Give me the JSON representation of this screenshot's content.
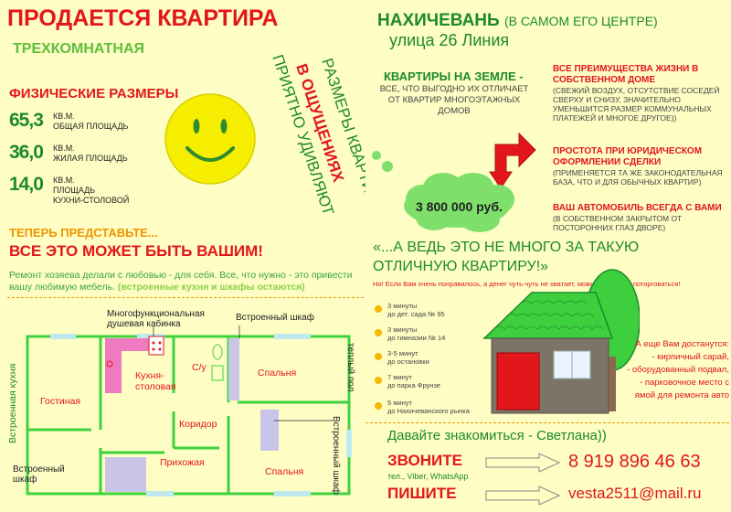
{
  "header": {
    "title": "ПРОДАЕТСЯ КВАРТИРА",
    "subtitle": "ТРЕХКОМНАТНАЯ",
    "physical_title": "ФИЗИЧЕСКИЕ РАЗМЕРЫ"
  },
  "sizes": [
    {
      "value": "65,3",
      "unit1": "КВ.М.",
      "unit2": "ОБЩАЯ ПЛОЩАДЬ",
      "unit3": ""
    },
    {
      "value": "36,0",
      "unit1": "КВ.М.",
      "unit2": "ЖИЛАЯ ПЛОЩАДЬ",
      "unit3": ""
    },
    {
      "value": "14,0",
      "unit1": "КВ.М.",
      "unit2": "ПЛОЩАДЬ",
      "unit3": "КУХНИ-СТОЛОВОЙ"
    }
  ],
  "rotated": {
    "line1": "РАЗМЕРЫ КВАРТИРЫ",
    "line2": "В ОЩУЩЕНИЯХ",
    "line3": "ПРИЯТНО УДИВЛЯЮТ"
  },
  "imagine": {
    "line1": "ТЕПЕРЬ ПРЕДСТАВЬТЕ...",
    "line2": "ВСЕ ЭТО МОЖЕТ БЫТЬ ",
    "line2_bold": "ВАШИМ!",
    "reno": "Ремонт хозяева делали с любовью - для себя. Все, что нужно - это привести вашу любимую мебель. ",
    "reno_hl": "(встроенные кухня и шкафы остаются)"
  },
  "location": {
    "district": "НАХИЧЕВАНЬ",
    "district_note": "(В САМОМ ЕГО ЦЕНТРЕ)",
    "street": "улица 26 Линия"
  },
  "ground": {
    "title": "КВАРТИРЫ НА ЗЕМЛЕ -",
    "desc": "ВСЕ, ЧТО ВЫГОДНО ИХ ОТЛИЧАЕТ ОТ КВАРТИР МНОГОЭТАЖНЫХ ДОМОВ"
  },
  "benefits": [
    {
      "heading": "ВСЕ ПРЕИМУЩЕСТВА ЖИЗНИ В СОБСТВЕННОМ ДОМЕ",
      "desc": "(СВЕЖИЙ ВОЗДУХ, ОТСУТСТВИЕ СОСЕДЕЙ СВЕРХУ И СНИЗУ, ЗНАЧИТЕЛЬНО УМЕНЬШИТСЯ РАЗМЕР КОММУНАЛЬНЫХ ПЛАТЕЖЕЙ И МНОГОЕ ДРУГОЕ))"
    },
    {
      "heading": "ПРОСТОТА ПРИ ЮРИДИЧЕСКОМ ОФОРМЛЕНИИ СДЕЛКИ",
      "desc": "(ПРИМЕНЯЕТСЯ ТА ЖЕ ЗАКОНОДАТЕЛЬНАЯ БАЗА, ЧТО И ДЛЯ ОБЫЧНЫХ КВАРТИР)"
    },
    {
      "heading": "ВАШ АВТОМОБИЛЬ ВСЕГДА С ВАМИ",
      "desc": "(В СОБСТВЕННОМ ЗАКРЫТОМ ОТ ПОСТОРОННИХ ГЛАЗ ДВОРЕ)"
    }
  ],
  "price": "3 800 000 руб.",
  "quote": {
    "line1": "«...А ВЕДЬ ЭТО НЕ МНОГО ЗА ТАКУЮ",
    "line2": "ОТЛИЧНУЮ КВАРТИРУ!»",
    "offer": "Но! Если Вам очень понравилось, а денег чуть-чуть не хватает, можно немножко поторговаться!"
  },
  "distances": [
    {
      "time": "3 минуты",
      "place": "до дет. сада № 95"
    },
    {
      "time": "3 минуты",
      "place": "до гимназии № 14"
    },
    {
      "time": "3-5 минут",
      "place": "до остановки"
    },
    {
      "time": "7 минут",
      "place": "до парка Фрунзе"
    },
    {
      "time": "5 минут",
      "place": "до Нахичеванского рынка"
    }
  ],
  "extras": {
    "title": "А еще Вам достанутся:",
    "items": [
      "- кирпичный сарай,",
      "- оборудованный подвал,",
      "- парковочное место с",
      "ямой для ремонта авто"
    ]
  },
  "contact": {
    "meet": "Давайте знакомиться - Светлана))",
    "call": "ЗВОНИТЕ",
    "call_sub": "тел., Viber, WhatsApp",
    "phone": "8 919 896 46 63",
    "write": "ПИШИТЕ",
    "email": "vesta2511@mail.ru"
  },
  "plan": {
    "shower": "Многофункциональная душевая кабинка",
    "wardrobe_top": "Встроенный шкаф",
    "warm_floor": "теплый пол",
    "built_kitchen": "Встроенная кухня",
    "kitchen_dining": "Кухня-столовая",
    "bathroom": "С/у",
    "living": "Гостиная",
    "corridor": "Коридор",
    "bedroom1": "Спальня",
    "bedroom2": "Спальня",
    "hall": "Прихожая",
    "wardrobe_bottom": "Встроенный шкаф",
    "wardrobe_right": "Встроенный шкаф"
  },
  "colors": {
    "red": "#e3161b",
    "green": "#1e8a2a",
    "light_green": "#5fbf3a",
    "orange": "#f29400",
    "background": "#fdfdc4",
    "wall": "#3fd23f"
  }
}
